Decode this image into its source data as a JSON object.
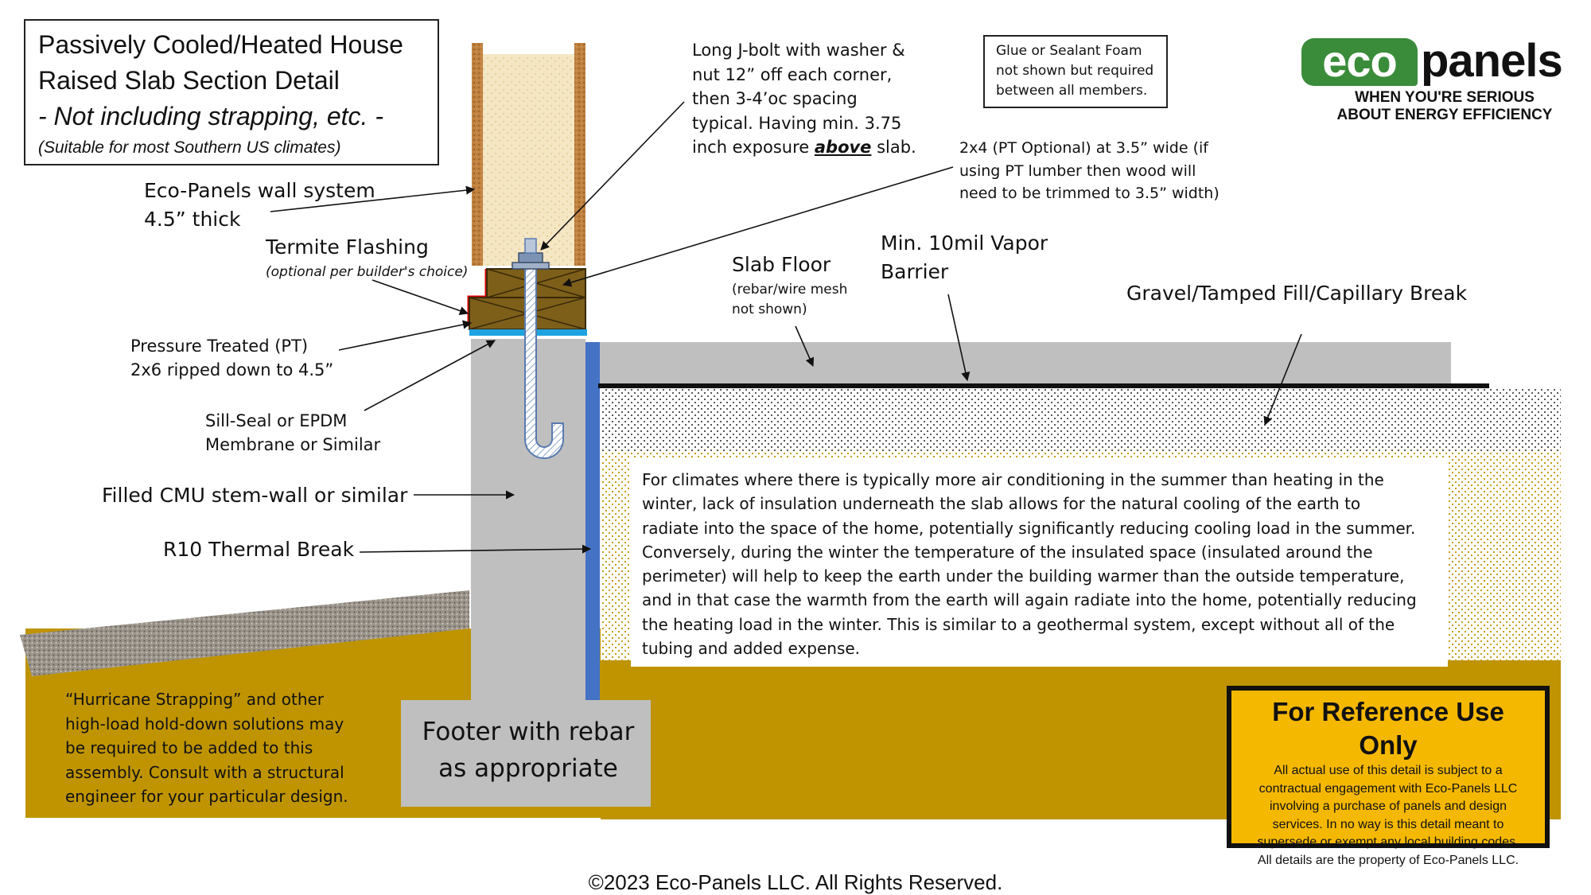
{
  "title": {
    "line1": "Passively Cooled/Heated House",
    "line2": "Raised Slab Section Detail",
    "line3": "- Not including strapping, etc. -",
    "line4": "(Suitable for most Southern US climates)"
  },
  "logo": {
    "eco": "eco",
    "panels": "panels",
    "tagline1": "WHEN YOU'RE SERIOUS",
    "tagline2": "ABOUT ENERGY EFFICIENCY",
    "green": "#3a8c3a"
  },
  "glue_note": [
    "Glue or Sealant Foam",
    "not shown but required",
    "between  all members."
  ],
  "labels": {
    "wall_system": [
      "Eco-Panels wall system",
      "4.5” thick"
    ],
    "termite_flashing": "Termite Flashing",
    "termite_note": "(optional per builder's choice)",
    "pt_plate": [
      "Pressure Treated (PT)",
      "2x6 ripped down to 4.5”"
    ],
    "sill_seal": [
      "Sill-Seal or EPDM",
      "Membrane  or Similar"
    ],
    "stem_wall": "Filled CMU stem-wall or similar",
    "thermal_break": "R10 Thermal Break",
    "j_bolt": [
      "Long J-bolt with washer &",
      "nut 12” off each corner,",
      "then 3-4’oc spacing",
      "typical.  Having min. 3.75"
    ],
    "j_bolt_last_pre": "inch exposure ",
    "j_bolt_last_em": "above",
    "j_bolt_last_post": " slab.",
    "two_by_four": [
      "2x4 (PT Optional) at 3.5” wide (if",
      "using PT lumber then wood will",
      "need to be trimmed to 3.5” width)"
    ],
    "slab_floor": "Slab Floor",
    "slab_note": [
      "(rebar/wire mesh",
      "not shown)"
    ],
    "vapor_barrier": [
      "Min. 10mil Vapor",
      "Barrier"
    ],
    "gravel": "Gravel/Tamped Fill/Capillary Break",
    "footer": [
      "Footer with rebar",
      "as appropriate"
    ]
  },
  "climate_note": [
    "For climates where there is typically more air conditioning in the summer than heating in the",
    "winter, lack of insulation underneath the slab allows for the natural cooling of the earth to",
    "radiate into the space of the home, potentially significantly reducing cooling load in the summer.",
    "Conversely, during the winter the temperature of the insulated space (insulated around the",
    "perimeter) will help to keep the earth under the building warmer than the outside temperature,",
    "and in that case the warmth from the earth will again radiate into the home, potentially reducing",
    "the heating load in the winter.  This is similar to a geothermal system, except without all of the",
    "tubing and added expense."
  ],
  "strapping_note": [
    "“Hurricane Strapping” and other",
    "high-load hold-down solutions may",
    "be required to be added to this",
    "assembly.  Consult with a structural",
    "engineer for your particular design."
  ],
  "reference": {
    "title": "For Reference Use Only",
    "body": [
      "All actual use of this detail is subject to a",
      "contractual engagement with Eco-Panels LLC",
      "involving a purchase of panels and design",
      "services.  In no way is this detail meant to",
      "supersede or exempt any local building codes.",
      "All details are the property of Eco-Panels LLC."
    ]
  },
  "copyright": "©2023 Eco-Panels LLC. All Rights Reserved.",
  "colors": {
    "soil": "#bf9400",
    "concrete": "#bfbfbf",
    "thermal_break": "#4472c4",
    "sill_seal": "#1fa3e0",
    "flashing": "#e00000",
    "lumber": "#7d5f1a",
    "ref_yellow": "#f5b800"
  }
}
